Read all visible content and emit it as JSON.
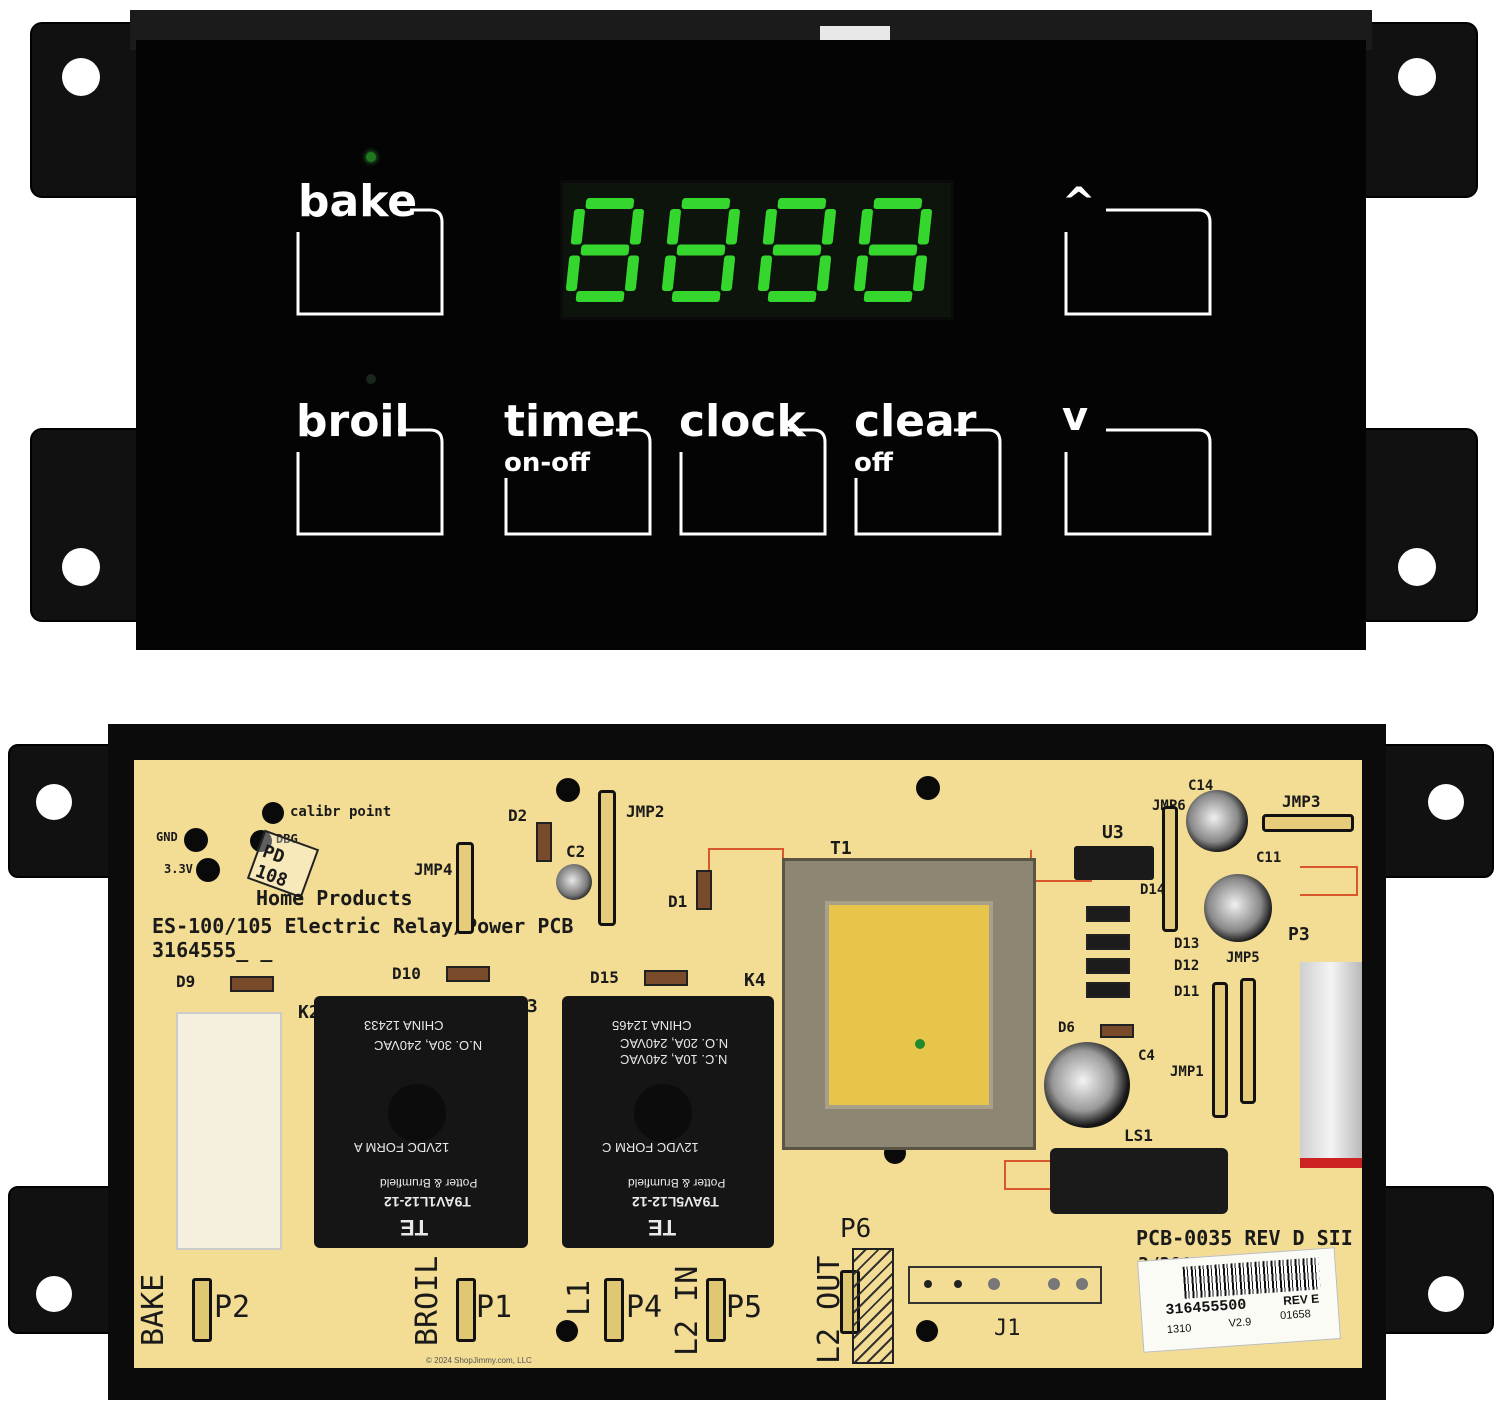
{
  "control_panel": {
    "buttons": [
      {
        "label": "bake",
        "sub": ""
      },
      {
        "label": "broil",
        "sub": ""
      },
      {
        "label": "timer",
        "sub": "on-off"
      },
      {
        "label": "clock",
        "sub": ""
      },
      {
        "label": "clear",
        "sub": "off"
      },
      {
        "label": "^",
        "sub": ""
      },
      {
        "label": "v",
        "sub": ""
      }
    ],
    "display_digits": "8888",
    "display_color": "#35d72e",
    "panel_color": "#040404"
  },
  "pcb": {
    "calibr_point": "calibr point",
    "gnd": "GND",
    "dbg": "DBG",
    "v33": "3.3V",
    "stamp": "PD 108",
    "maker": "Home Products",
    "title": "ES-100/105 Electric Relay/Power PCB",
    "part": "3164555_ _",
    "refs": {
      "d2": "D2",
      "jmp2": "JMP2",
      "c2": "C2",
      "jmp4": "JMP4",
      "d1": "D1",
      "t1": "T1",
      "u3": "U3",
      "jmp6": "JMP6",
      "c14": "C14",
      "jmp3": "JMP3",
      "c11": "C11",
      "d14": "D14",
      "d13": "D13",
      "d12": "D12",
      "d11": "D11",
      "p3": "P3",
      "jmp5": "JMP5",
      "d6": "D6",
      "c4": "C4",
      "jmp1": "JMP1",
      "ls1": "LS1",
      "d9": "D9",
      "d10": "D10",
      "d15": "D15",
      "k2": "K2",
      "k3": "K3",
      "k4": "K4",
      "p6": "P6",
      "j1": "J1"
    },
    "relay_k3": {
      "line1": "CHINA          12433",
      "line2": "N.O. 30A, 240VAC",
      "line3": "12VDC   FORM A",
      "line4": "T9AV1L12-12",
      "line5": "Potter & Brumfield",
      "brand": "TE"
    },
    "relay_k4": {
      "line1": "CHINA          12465",
      "line2": "N.O. 20A, 240VAC",
      "line2b": "N.C. 10A, 240VAC",
      "line3": "12VDC   FORM C",
      "line4": "T9AV5L12-12",
      "line5": "Potter & Brumfield",
      "brand": "TE"
    },
    "connectors": {
      "bake": "BAKE",
      "p2": "P2",
      "broil": "BROIL",
      "p1": "P1",
      "l1": "L1",
      "p4": "P4",
      "l2in": "L2 IN",
      "p5": "P5",
      "l2out": "L2 OUT"
    },
    "rev": "PCB-0035 REV D SII",
    "date": "3/2008",
    "barcode_label": {
      "number": "316455500",
      "rev": "REV E",
      "code1": "1310",
      "code2": "V2.9",
      "code3": "01658"
    },
    "copyright": "© 2024 ShopJimmy.com, LLC",
    "board_color": "#f3dd94"
  }
}
